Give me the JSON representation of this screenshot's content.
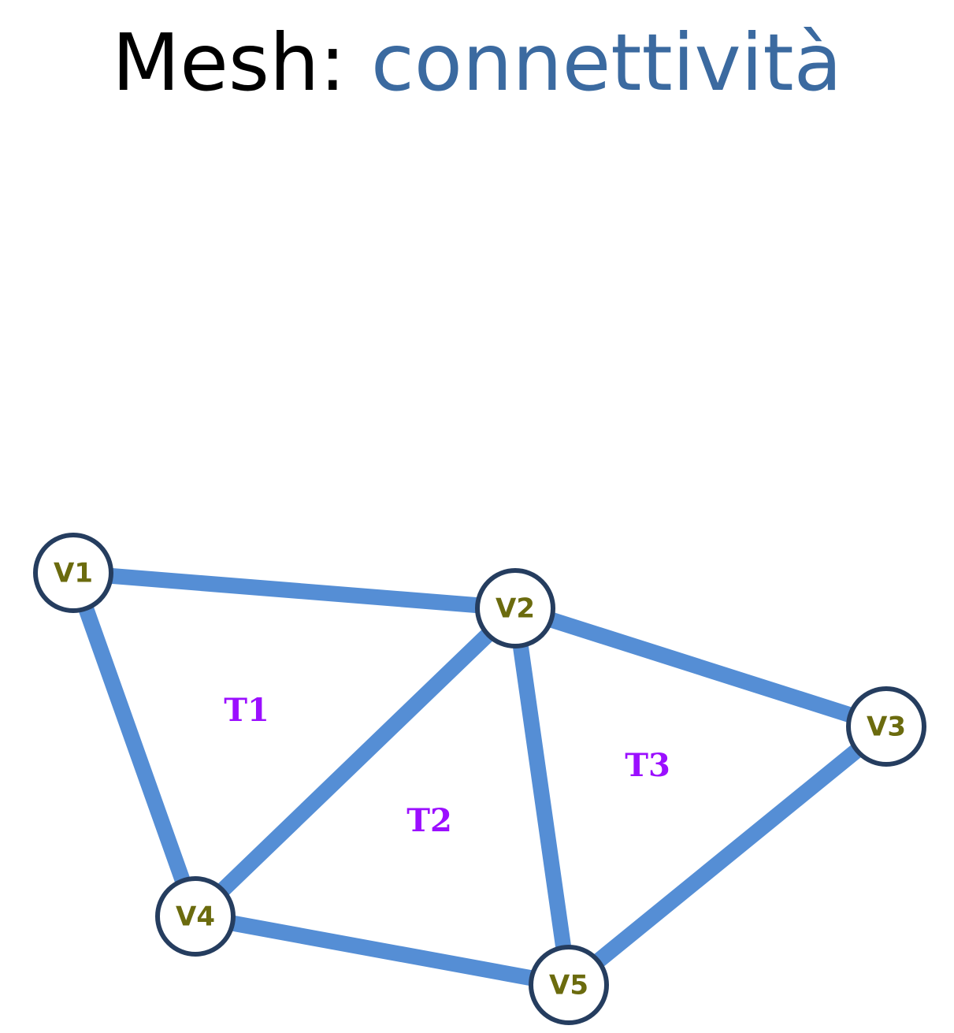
{
  "title": {
    "prefix": "Mesh: ",
    "highlight": "connettività"
  },
  "colors": {
    "edge": "#558ed5",
    "vertex_stroke": "#253d5f",
    "vertex_label": "#6b6b0e",
    "triangle_label": "#9b0fff",
    "title_accent": "#3b6aa0"
  },
  "vertices": [
    {
      "id": "v1",
      "label": "V1"
    },
    {
      "id": "v2",
      "label": "V2"
    },
    {
      "id": "v3",
      "label": "V3"
    },
    {
      "id": "v4",
      "label": "V4"
    },
    {
      "id": "v5",
      "label": "V5"
    }
  ],
  "edges": [
    [
      "v1",
      "v2"
    ],
    [
      "v1",
      "v4"
    ],
    [
      "v2",
      "v4"
    ],
    [
      "v2",
      "v5"
    ],
    [
      "v2",
      "v3"
    ],
    [
      "v3",
      "v5"
    ],
    [
      "v4",
      "v5"
    ]
  ],
  "triangles": [
    {
      "id": "t1",
      "label": "T1",
      "vertices": [
        "v1",
        "v2",
        "v4"
      ]
    },
    {
      "id": "t2",
      "label": "T2",
      "vertices": [
        "v2",
        "v4",
        "v5"
      ]
    },
    {
      "id": "t3",
      "label": "T3",
      "vertices": [
        "v2",
        "v3",
        "v5"
      ]
    }
  ]
}
